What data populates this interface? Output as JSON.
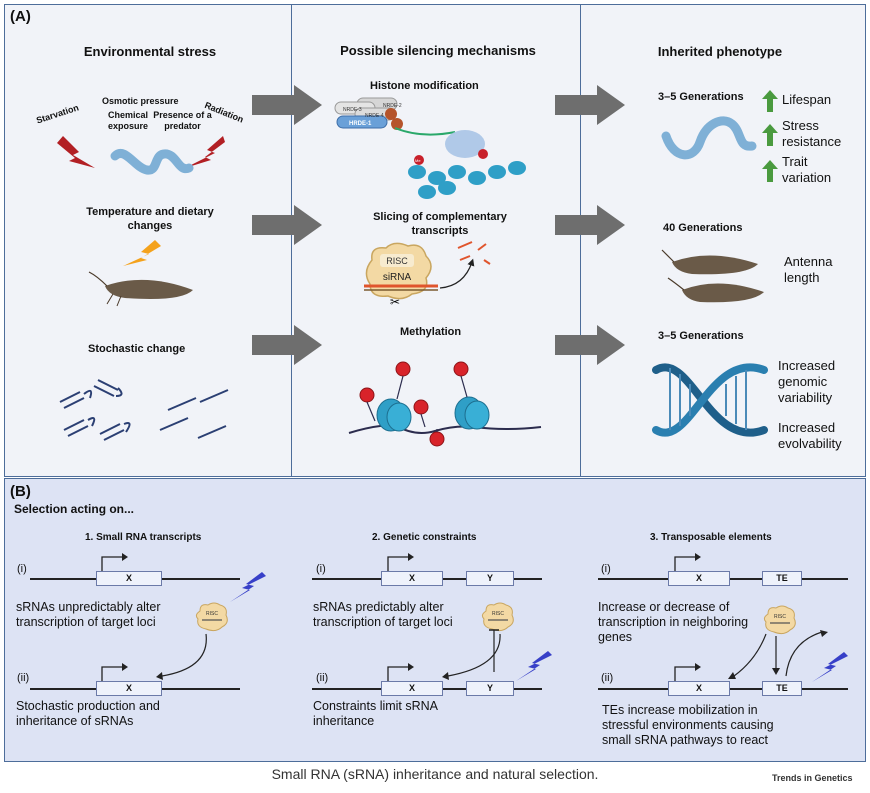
{
  "panel_a": {
    "label": "(A)",
    "headings": [
      "Environmental stress",
      "Possible silencing mechanisms",
      "Inherited phenotype"
    ],
    "stressors": {
      "starvation": "Starvation",
      "osmotic": "Osmotic pressure",
      "chemical_1": "Chemical",
      "chemical_2": "exposure",
      "predator_1": "Presence of a",
      "predator_2": "predator",
      "radiation": "Radiation"
    },
    "row2_stress_1": "Temperature and dietary",
    "row2_stress_2": "changes",
    "row3_stress": "Stochastic change",
    "mechanisms": {
      "histone": "Histone modification",
      "slicing_1": "Slicing of complementary",
      "slicing_2": "transcripts",
      "methylation": "Methylation",
      "risc": "RISC",
      "sirna": "siRNA",
      "hrde1": "HRDE-1",
      "nrde2": "NRDE-2",
      "nrde3": "NRDE-3",
      "nrde4": "NRDE-4",
      "mark": "Me"
    },
    "phenotypes": {
      "gen1": "3–5 Generations",
      "lifespan": "Lifespan",
      "stress_1": "Stress",
      "stress_2": "resistance",
      "trait_1": "Trait",
      "trait_2": "variation",
      "gen2": "40 Generations",
      "antenna_1": "Antenna",
      "antenna_2": "length",
      "gen3": "3–5 Generations",
      "genomic_1": "Increased",
      "genomic_2": "genomic",
      "genomic_3": "variability",
      "evol_1": "Increased",
      "evol_2": "evolvability"
    }
  },
  "panel_b": {
    "label": "(B)",
    "title": "Selection acting on...",
    "sections": [
      {
        "heading": "1.  Small RNA  transcripts",
        "top_roman": "(i)",
        "top_gene": "X",
        "desc_1": "sRNAs unpredictably alter",
        "desc_2": "transcription of target loci",
        "bottom_roman": "(ii)",
        "bottom_gene": "X",
        "result_1": "Stochastic production and",
        "result_2": "inheritance of sRNAs"
      },
      {
        "heading": "2. Genetic constraints",
        "top_roman": "(i)",
        "top_gene": "X",
        "top_gene_2": "Y",
        "desc_1": "sRNAs predictably alter",
        "desc_2": "transcription of target loci",
        "bottom_roman": "(ii)",
        "bottom_gene": "X",
        "bottom_gene_2": "Y",
        "result_1": "Constraints limit sRNA",
        "result_2": "inheritance"
      },
      {
        "heading": "3. Transposable elements",
        "top_roman": "(i)",
        "top_gene": "X",
        "top_gene_2": "TE",
        "desc_1": "Increase or decrease of",
        "desc_2": "transcription in neighboring",
        "desc_3": "genes",
        "bottom_roman": "(ii)",
        "bottom_gene": "X",
        "bottom_gene_2": "TE",
        "result_1": "TEs increase mobilization in",
        "result_2": "stressful environments causing",
        "result_3": "small  sRNA pathways to react"
      }
    ],
    "risc_label": "RISC"
  },
  "caption": "Small RNA (sRNA) inheritance and natural selection.",
  "source": "Trends in Genetics",
  "colors": {
    "border": "#4d6d9a",
    "panel_a_bg": "#f1f3f8",
    "panel_b_bg": "#dde3f4",
    "bolt_red": "#b21f24",
    "bolt_blue": "#3740c8",
    "bolt_orange": "#f4a21c",
    "worm_blue": "#7fb0d6",
    "arrow_gray": "#6e6e6e",
    "up_green": "#4a9a3f",
    "nucleosome": "#2f9fc7",
    "methyl_red": "#d8232a",
    "risc_tan": "#f3d9a4"
  }
}
